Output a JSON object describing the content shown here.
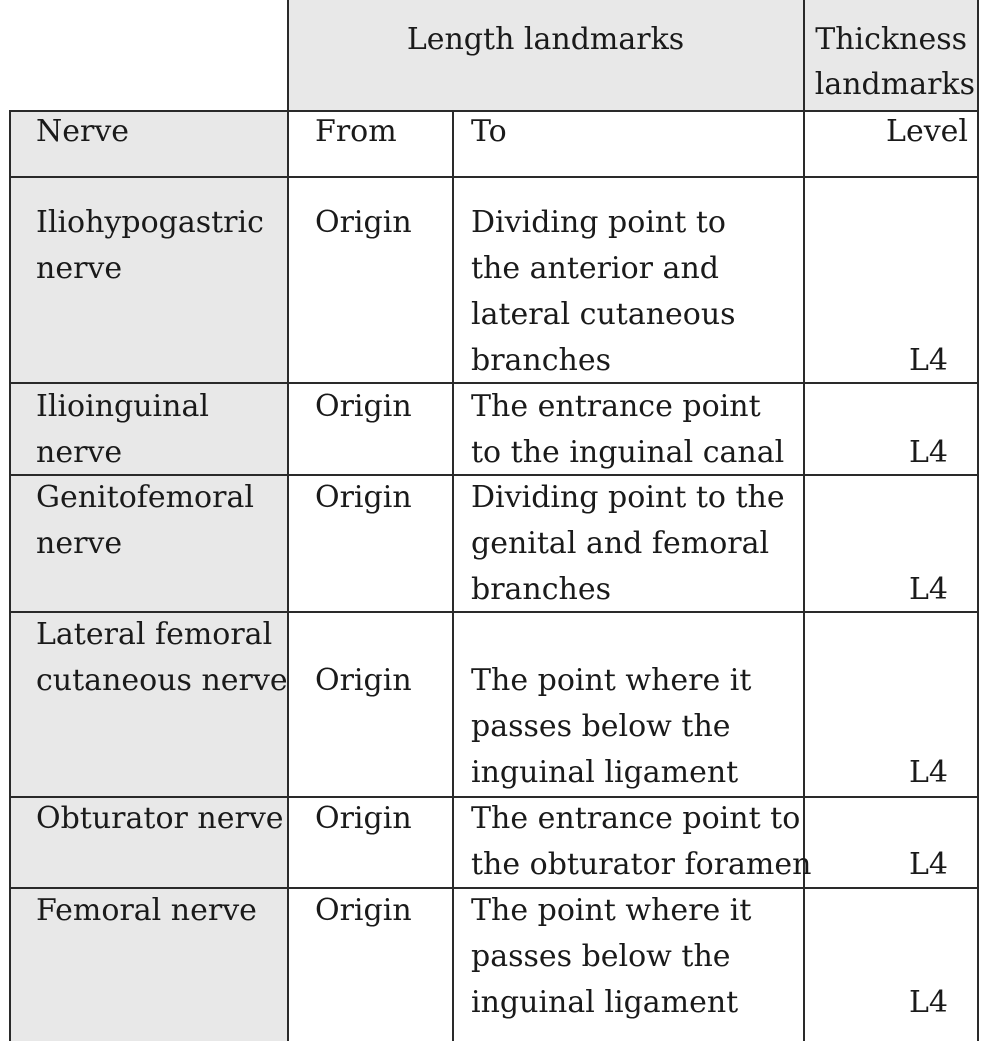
{
  "table": {
    "group_headers": {
      "length": "Length landmarks",
      "thickness_line1": "Thickness",
      "thickness_line2": "landmarks"
    },
    "columns": {
      "nerve": "Nerve",
      "from": "From",
      "to": "To",
      "level": "Level"
    },
    "rows": [
      {
        "nerve": [
          "Iliohypogastric",
          "nerve"
        ],
        "from": "Origin",
        "to": [
          "Dividing point to",
          "the anterior and",
          "lateral cutaneous",
          "branches"
        ],
        "level": "L4"
      },
      {
        "nerve": [
          "Ilioinguinal",
          "nerve"
        ],
        "from": "Origin",
        "to": [
          "The entrance point",
          "to the inguinal canal"
        ],
        "level": "L4"
      },
      {
        "nerve": [
          "Genitofemoral",
          "nerve"
        ],
        "from": "Origin",
        "to": [
          "Dividing point to the",
          "genital and femoral",
          "branches"
        ],
        "level": "L4"
      },
      {
        "nerve": [
          "Lateral femoral",
          "cutaneous nerve"
        ],
        "from": "Origin",
        "to": [
          "The point where it",
          "passes below the",
          "inguinal ligament"
        ],
        "level": "L4"
      },
      {
        "nerve": [
          "Obturator nerve"
        ],
        "from": "Origin",
        "to": [
          "The entrance point to",
          "the obturator foramen"
        ],
        "level": "L4"
      },
      {
        "nerve": [
          "Femoral nerve"
        ],
        "from": "Origin",
        "to": [
          "The point where it",
          "passes below the",
          "inguinal ligament"
        ],
        "level": "L4"
      }
    ]
  }
}
